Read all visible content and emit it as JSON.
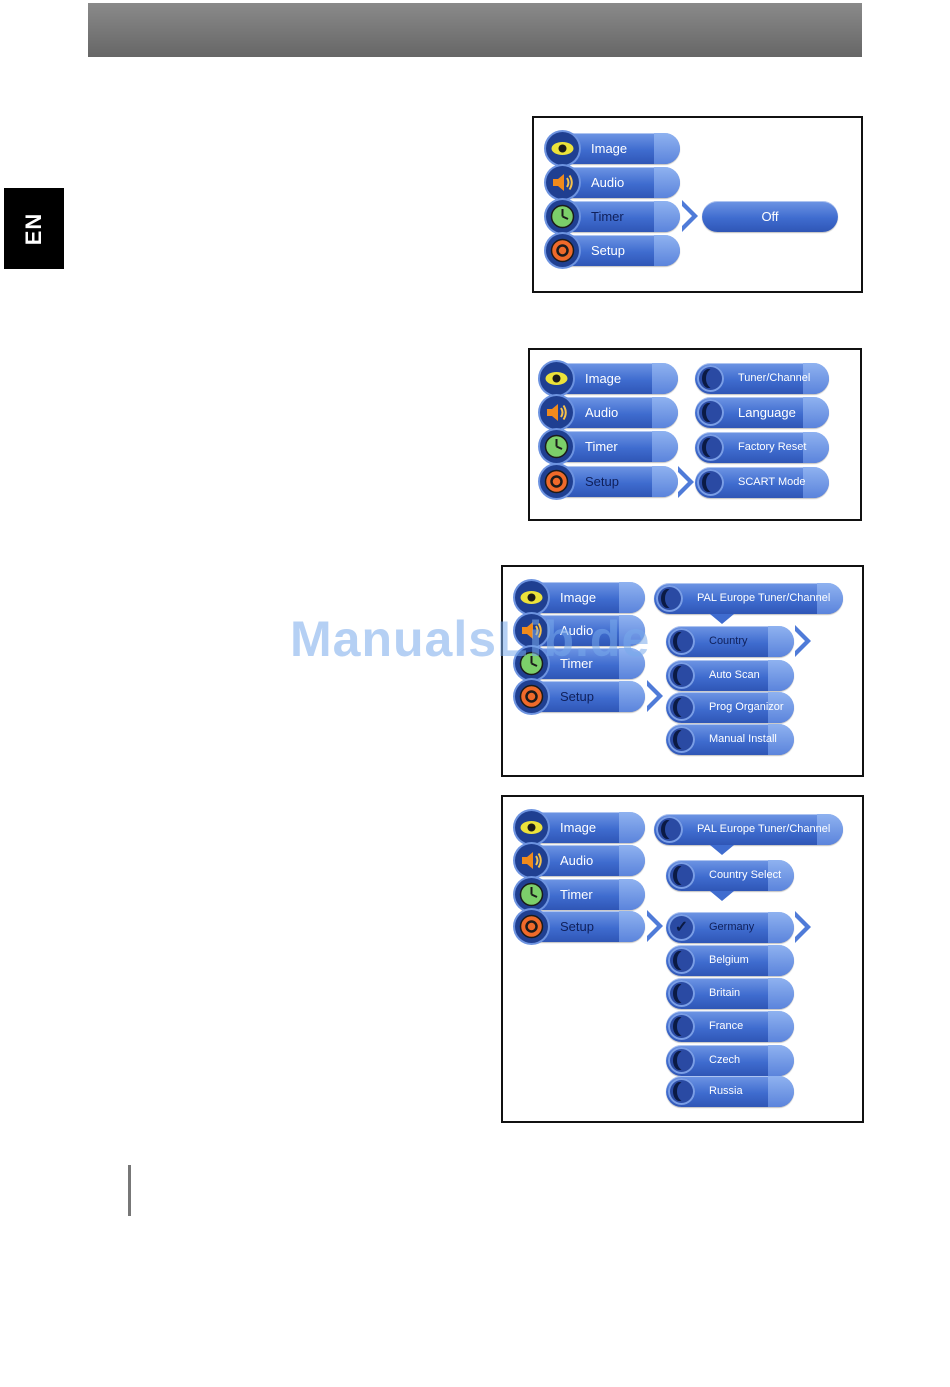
{
  "side_tab": {
    "label": "EN"
  },
  "main_menu": {
    "image": "Image",
    "audio": "Audio",
    "timer": "Timer",
    "setup": "Setup"
  },
  "screen1": {
    "timer_value": "Off"
  },
  "screen2": {
    "items": [
      "Tuner/Channel",
      "Language",
      "Factory Reset",
      "SCART Mode"
    ]
  },
  "screen3": {
    "header": "PAL Europe Tuner/Channel",
    "items": [
      "Country",
      "Auto Scan",
      "Prog Organizor",
      "Manual Install"
    ]
  },
  "screen4": {
    "header": "PAL  Europe Tuner/Channel",
    "subheader": "Country Select",
    "countries": [
      "Germany",
      "Belgium",
      "Britain",
      "France",
      "Czech",
      "Russia"
    ]
  },
  "watermark": "ManualsLib.de"
}
